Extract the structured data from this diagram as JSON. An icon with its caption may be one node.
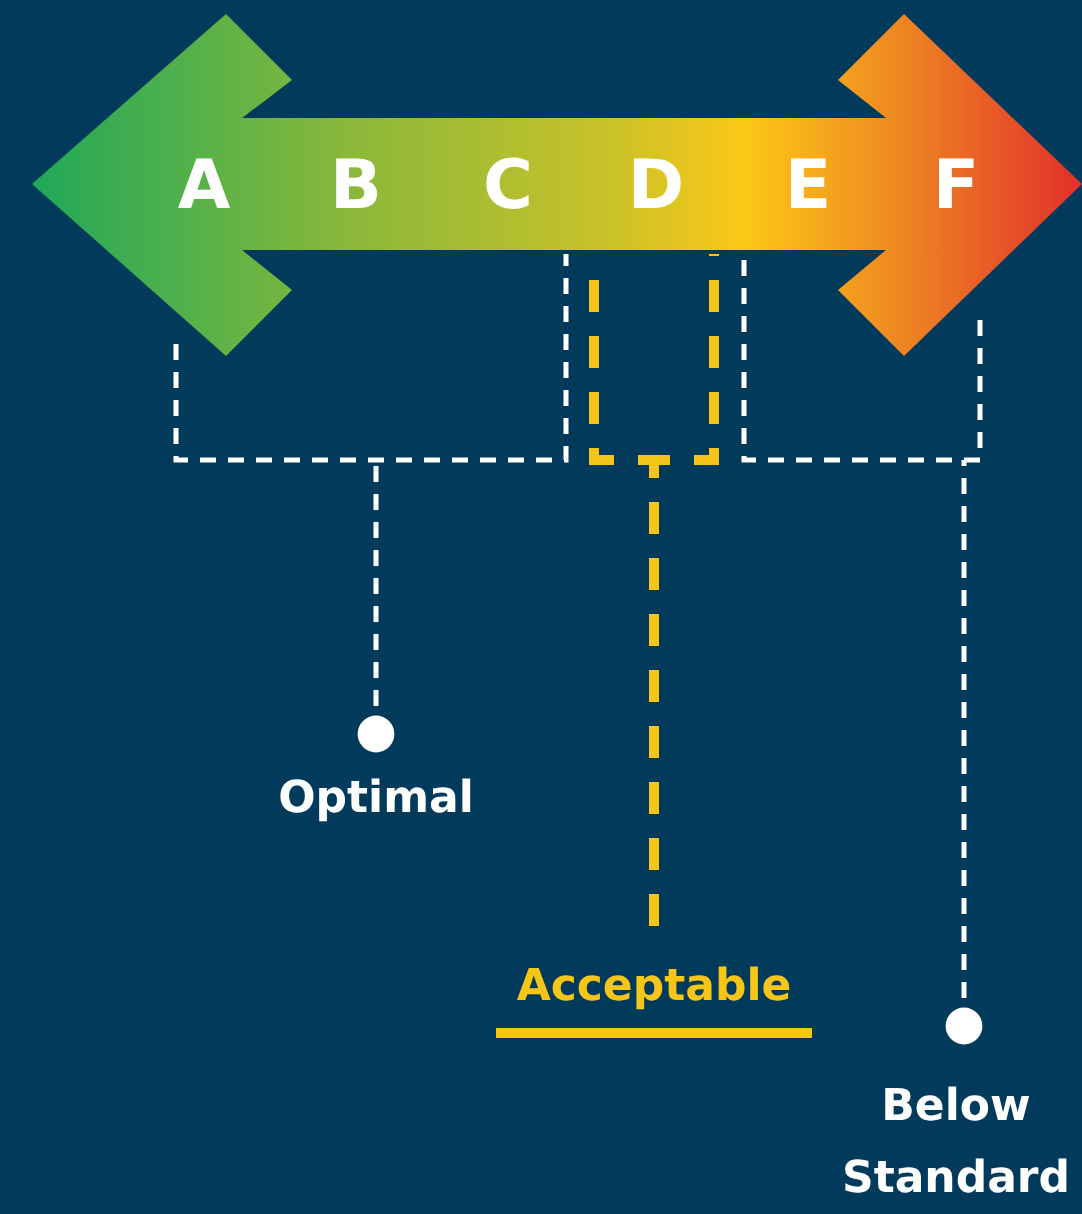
{
  "diagram": {
    "nodes": [
      {
        "text": [
          "A",
          "B",
          "C",
          "D",
          "E",
          "F"
        ]
      },
      {
        "text": [
          "Optimal"
        ]
      },
      {
        "text": [
          "Acceptable"
        ]
      },
      {
        "text": [
          "Below Standard"
        ]
      }
    ],
    "edges": [
      {
        "from": 1,
        "to": 0,
        "arrow": "other",
        "style": "dashed"
      },
      {
        "from": 2,
        "to": 0,
        "arrow": "none",
        "style": "dashed",
        "color": "#f5c518"
      },
      {
        "from": 3,
        "to": 0,
        "arrow": "other",
        "style": "dashed"
      }
    ]
  }
}
